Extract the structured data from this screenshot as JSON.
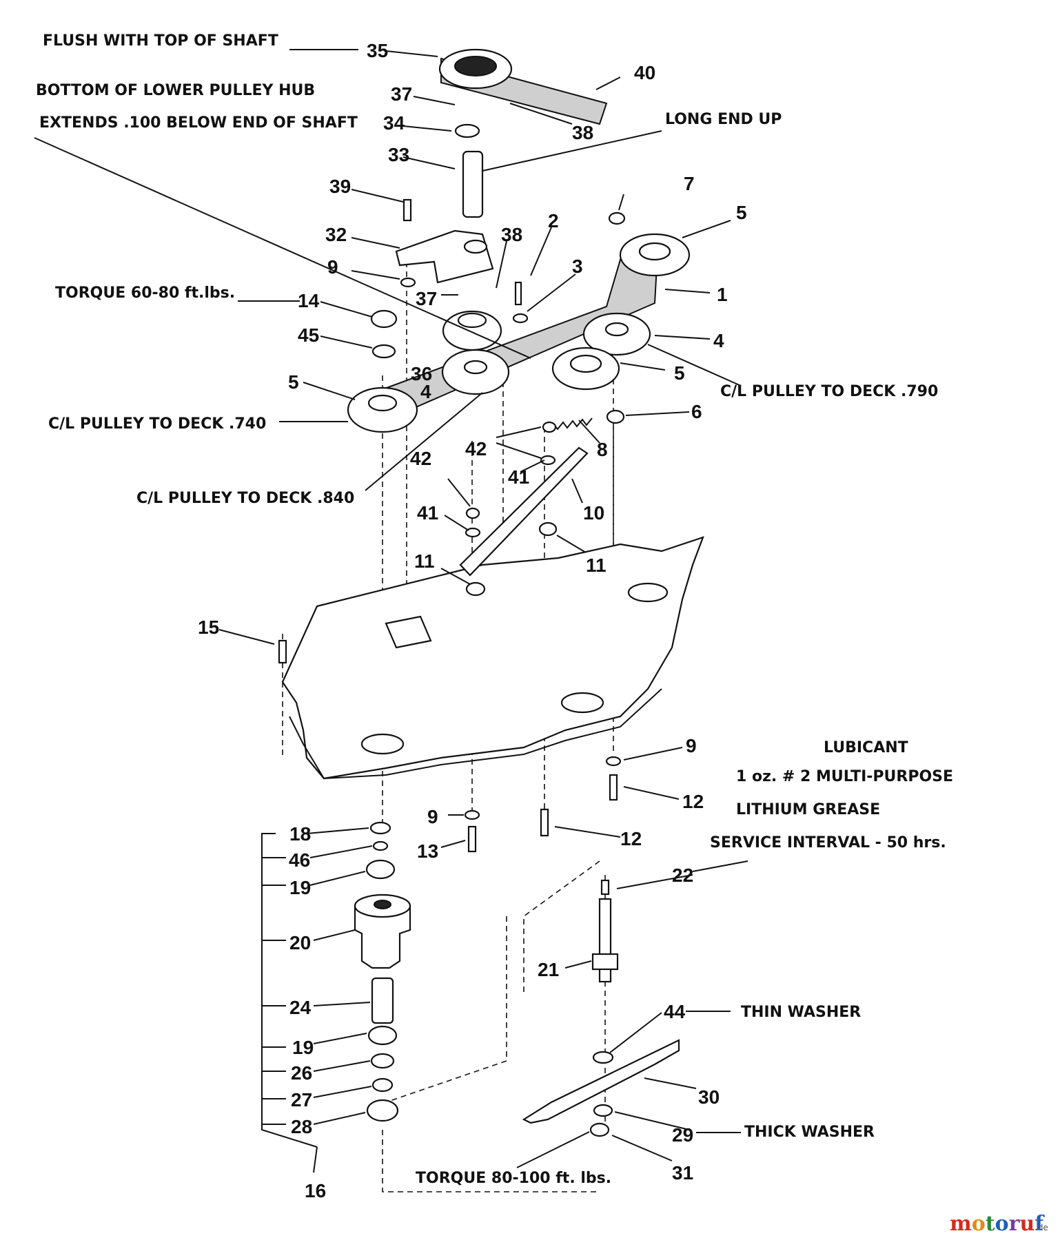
{
  "notes": {
    "flush": "FLUSH WITH TOP OF SHAFT",
    "bottom_hub": "BOTTOM OF LOWER PULLEY HUB",
    "extends": "EXTENDS .100 BELOW END OF SHAFT",
    "long_end_up": "LONG END UP",
    "torque_60_80": "TORQUE 60-80 ft.lbs.",
    "cl_790": "C/L PULLEY TO DECK .790",
    "cl_740": "C/L PULLEY TO DECK .740",
    "cl_840": "C/L PULLEY TO DECK .840",
    "lubricant": "LUBICANT",
    "lub_1oz": "1 oz. # 2 MULTI-PURPOSE",
    "lithium": "LITHIUM GREASE",
    "service": "SERVICE INTERVAL - 50 hrs.",
    "thin_washer": "THIN WASHER",
    "thick_washer": "THICK WASHER",
    "torque_80_100": "TORQUE 80-100 ft. lbs."
  },
  "callouts": {
    "n35": "35",
    "n40": "40",
    "n37a": "37",
    "n38a": "38",
    "n34": "34",
    "n33": "33",
    "n39": "39",
    "n7": "7",
    "n5a": "5",
    "n32": "32",
    "n38b": "38",
    "n2": "2",
    "n9a": "9",
    "n3": "3",
    "n1": "1",
    "n37b": "37",
    "n14": "14",
    "n45": "45",
    "n4a": "4",
    "n36": "36",
    "n4b": "4",
    "n5b": "5",
    "n5c": "5",
    "n6": "6",
    "n42a": "42",
    "n8": "8",
    "n42b": "42",
    "n41a": "41",
    "n10": "10",
    "n41b": "41",
    "n11a": "11",
    "n11b": "11",
    "n15": "15",
    "n9b": "9",
    "n12a": "12",
    "n9c": "9",
    "n13": "13",
    "n12b": "12",
    "n18": "18",
    "n46": "46",
    "n19a": "19",
    "n22": "22",
    "n20": "20",
    "n21": "21",
    "n24": "24",
    "n44": "44",
    "n19b": "19",
    "n26": "26",
    "n30": "30",
    "n27": "27",
    "n28": "28",
    "n29": "29",
    "n31": "31",
    "n16": "16"
  },
  "watermark": {
    "brand": "motoruf",
    "suffix": ".de",
    "colors": [
      "#d42a1e",
      "#e38a14",
      "#2a8a3a",
      "#1f5fb8",
      "#7a3aa0",
      "#d42a1e",
      "#1f5fb8"
    ]
  }
}
